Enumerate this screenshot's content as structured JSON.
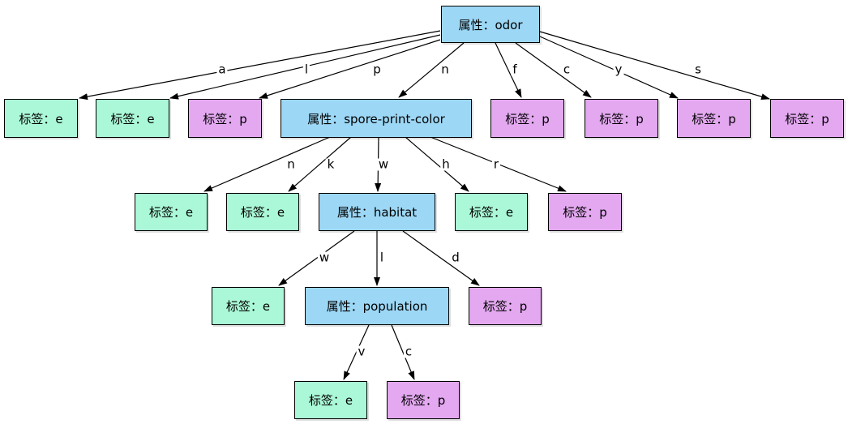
{
  "diagram": {
    "title": "decision-tree",
    "colors": {
      "attribute_node_fill": "#9cd7f5",
      "label_e_node_fill": "#aaf8d7",
      "label_p_node_fill": "#e3a8f0",
      "node_border": "#000000",
      "edge_stroke": "#000000",
      "background": "#ffffff",
      "text": "#000000"
    },
    "nodes": [
      {
        "id": "odor",
        "kind": "attribute",
        "label": "属性：odor"
      },
      {
        "id": "leaf-a",
        "kind": "label-e",
        "label": "标签：e"
      },
      {
        "id": "leaf-l",
        "kind": "label-e",
        "label": "标签：e"
      },
      {
        "id": "leaf-p",
        "kind": "label-p",
        "label": "标签：p"
      },
      {
        "id": "spore",
        "kind": "attribute",
        "label": "属性：spore-print-color"
      },
      {
        "id": "leaf-f",
        "kind": "label-p",
        "label": "标签：p"
      },
      {
        "id": "leaf-c",
        "kind": "label-p",
        "label": "标签：p"
      },
      {
        "id": "leaf-y",
        "kind": "label-p",
        "label": "标签：p"
      },
      {
        "id": "leaf-s",
        "kind": "label-p",
        "label": "标签：p"
      },
      {
        "id": "leaf-sn",
        "kind": "label-e",
        "label": "标签：e"
      },
      {
        "id": "leaf-sk",
        "kind": "label-e",
        "label": "标签：e"
      },
      {
        "id": "habitat",
        "kind": "attribute",
        "label": "属性：habitat"
      },
      {
        "id": "leaf-sh",
        "kind": "label-e",
        "label": "标签：e"
      },
      {
        "id": "leaf-sr",
        "kind": "label-p",
        "label": "标签：p"
      },
      {
        "id": "leaf-hw",
        "kind": "label-e",
        "label": "标签：e"
      },
      {
        "id": "population",
        "kind": "attribute",
        "label": "属性：population"
      },
      {
        "id": "leaf-hd",
        "kind": "label-p",
        "label": "标签：p"
      },
      {
        "id": "leaf-pv",
        "kind": "label-e",
        "label": "标签：e"
      },
      {
        "id": "leaf-pc",
        "kind": "label-p",
        "label": "标签：p"
      }
    ],
    "edges": [
      {
        "from": "odor",
        "to": "leaf-a",
        "label": "a"
      },
      {
        "from": "odor",
        "to": "leaf-l",
        "label": "l"
      },
      {
        "from": "odor",
        "to": "leaf-p",
        "label": "p"
      },
      {
        "from": "odor",
        "to": "spore",
        "label": "n"
      },
      {
        "from": "odor",
        "to": "leaf-f",
        "label": "f"
      },
      {
        "from": "odor",
        "to": "leaf-c",
        "label": "c"
      },
      {
        "from": "odor",
        "to": "leaf-y",
        "label": "y"
      },
      {
        "from": "odor",
        "to": "leaf-s",
        "label": "s"
      },
      {
        "from": "spore",
        "to": "leaf-sn",
        "label": "n"
      },
      {
        "from": "spore",
        "to": "leaf-sk",
        "label": "k"
      },
      {
        "from": "spore",
        "to": "habitat",
        "label": "w"
      },
      {
        "from": "spore",
        "to": "leaf-sh",
        "label": "h"
      },
      {
        "from": "spore",
        "to": "leaf-sr",
        "label": "r"
      },
      {
        "from": "habitat",
        "to": "leaf-hw",
        "label": "w"
      },
      {
        "from": "habitat",
        "to": "population",
        "label": "l"
      },
      {
        "from": "habitat",
        "to": "leaf-hd",
        "label": "d"
      },
      {
        "from": "population",
        "to": "leaf-pv",
        "label": "v"
      },
      {
        "from": "population",
        "to": "leaf-pc",
        "label": "c"
      }
    ]
  }
}
